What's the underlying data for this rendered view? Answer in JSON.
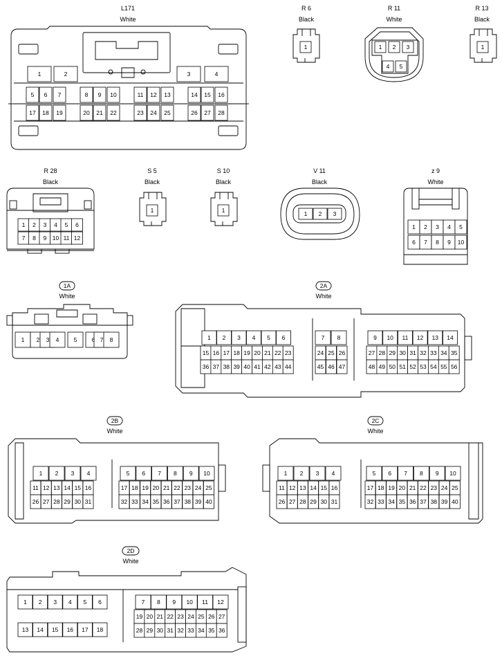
{
  "connectors": {
    "l171": {
      "code": "L171",
      "color": "White",
      "row1": [
        "1",
        "2",
        "3",
        "4"
      ],
      "row2": [
        "5",
        "6",
        "7",
        "8",
        "9",
        "10",
        "11",
        "12",
        "13",
        "14",
        "15",
        "16"
      ],
      "row3": [
        "17",
        "18",
        "19",
        "20",
        "21",
        "22",
        "23",
        "24",
        "25",
        "26",
        "27",
        "28"
      ]
    },
    "r6": {
      "code": "R 6",
      "color": "Black",
      "pins": [
        "1"
      ]
    },
    "r11": {
      "code": "R 11",
      "color": "White",
      "pins": [
        "1",
        "2",
        "3",
        "4",
        "5"
      ]
    },
    "r13": {
      "code": "R 13",
      "color": "Black",
      "pins": [
        "1"
      ]
    },
    "r28": {
      "code": "R 28",
      "color": "Black",
      "row1": [
        "1",
        "2",
        "3",
        "4",
        "5",
        "6"
      ],
      "row2": [
        "7",
        "8",
        "9",
        "10",
        "11",
        "12"
      ]
    },
    "s5": {
      "code": "S 5",
      "color": "Black",
      "pins": [
        "1"
      ]
    },
    "s10": {
      "code": "S 10",
      "color": "Black",
      "pins": [
        "1"
      ]
    },
    "v11": {
      "code": "V 11",
      "color": "Black",
      "pins": [
        "1",
        "2",
        "3"
      ]
    },
    "z9": {
      "code": "z 9",
      "color": "White",
      "row1": [
        "1",
        "2",
        "3",
        "4",
        "5"
      ],
      "row2": [
        "6",
        "7",
        "8",
        "9",
        "10"
      ]
    },
    "c1a": {
      "code": "1A",
      "color": "White",
      "pins": [
        "1",
        "2",
        "3",
        "4",
        "5",
        "6",
        "7",
        "8"
      ]
    },
    "c2a": {
      "code": "2A",
      "color": "White",
      "g1r1": [
        "1",
        "2",
        "3",
        "4",
        "5",
        "6"
      ],
      "g1r2": [
        "15",
        "16",
        "17",
        "18",
        "19",
        "20",
        "21",
        "22",
        "23"
      ],
      "g1r3": [
        "36",
        "37",
        "38",
        "39",
        "40",
        "41",
        "42",
        "43",
        "44"
      ],
      "g2r1": [
        "7",
        "8"
      ],
      "g2r2": [
        "24",
        "25",
        "26"
      ],
      "g2r3": [
        "45",
        "46",
        "47"
      ],
      "g3r1": [
        "9",
        "10",
        "11",
        "12",
        "13",
        "14"
      ],
      "g3r2": [
        "27",
        "28",
        "29",
        "30",
        "31",
        "32",
        "33",
        "34",
        "35"
      ],
      "g3r3": [
        "48",
        "49",
        "50",
        "51",
        "52",
        "53",
        "54",
        "55",
        "56"
      ]
    },
    "c2b": {
      "code": "2B",
      "color": "White",
      "g1r1": [
        "1",
        "2",
        "3",
        "4"
      ],
      "g1r2": [
        "11",
        "12",
        "13",
        "14",
        "15",
        "16"
      ],
      "g1r3": [
        "26",
        "27",
        "28",
        "29",
        "30",
        "31"
      ],
      "g2r1": [
        "5",
        "6",
        "7",
        "8",
        "9",
        "10"
      ],
      "g2r2": [
        "17",
        "18",
        "19",
        "20",
        "21",
        "22",
        "23",
        "24",
        "25"
      ],
      "g2r3": [
        "32",
        "33",
        "34",
        "35",
        "36",
        "37",
        "38",
        "39",
        "40"
      ]
    },
    "c2c": {
      "code": "2C",
      "color": "White",
      "g1r1": [
        "1",
        "2",
        "3",
        "4"
      ],
      "g1r2": [
        "11",
        "12",
        "13",
        "14",
        "15",
        "16"
      ],
      "g1r3": [
        "26",
        "27",
        "28",
        "29",
        "30",
        "31"
      ],
      "g2r1": [
        "5",
        "6",
        "7",
        "8",
        "9",
        "10"
      ],
      "g2r2": [
        "17",
        "18",
        "19",
        "20",
        "21",
        "22",
        "23",
        "24",
        "25"
      ],
      "g2r3": [
        "32",
        "33",
        "34",
        "35",
        "36",
        "37",
        "38",
        "39",
        "40"
      ]
    },
    "c2d": {
      "code": "2D",
      "color": "White",
      "g1r1": [
        "1",
        "2",
        "3",
        "4",
        "5",
        "6"
      ],
      "g1r2": [
        "13",
        "14",
        "15",
        "16",
        "17",
        "18"
      ],
      "g2r1": [
        "7",
        "8",
        "9",
        "10",
        "11",
        "12"
      ],
      "g2r2": [
        "19",
        "20",
        "21",
        "22",
        "23",
        "24",
        "25",
        "26",
        "27"
      ],
      "g2r3": [
        "28",
        "29",
        "30",
        "31",
        "32",
        "33",
        "34",
        "35",
        "36"
      ]
    }
  }
}
